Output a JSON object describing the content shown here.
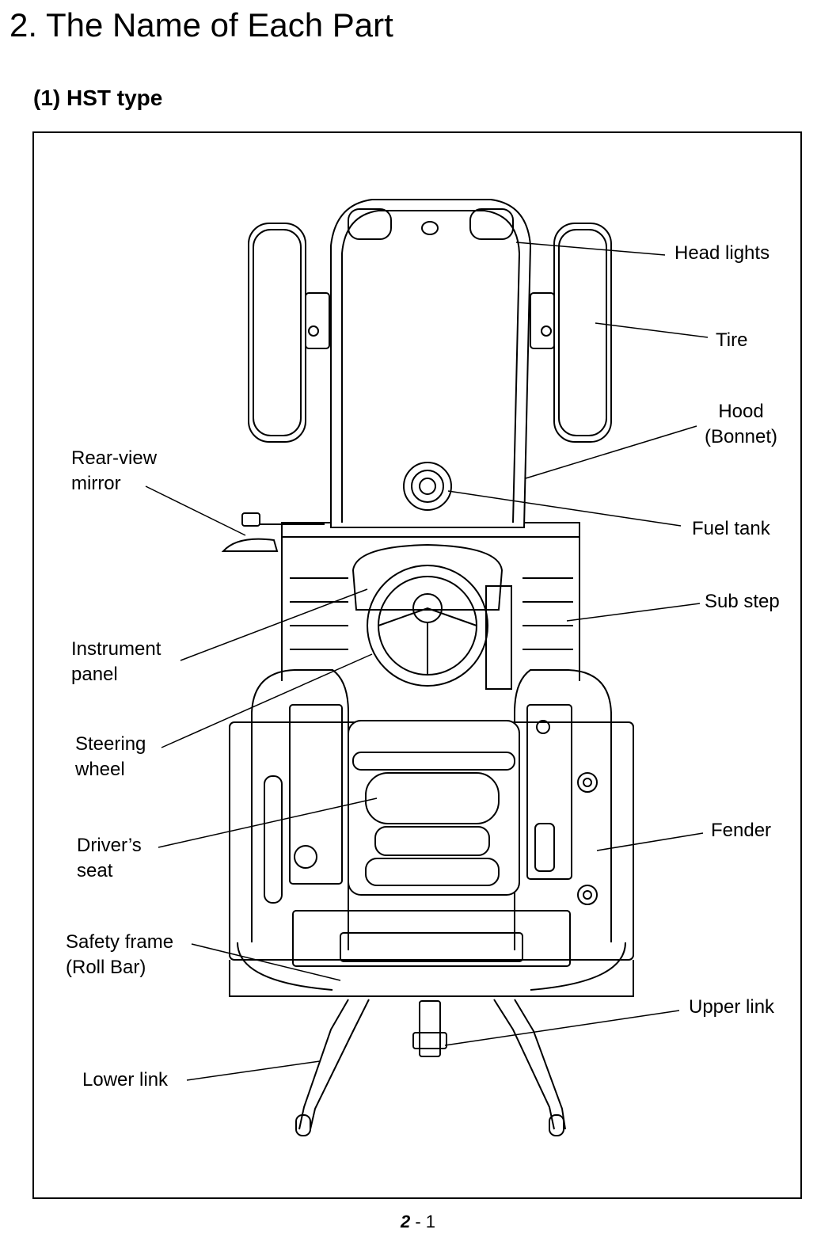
{
  "page": {
    "title": "2. The Name of Each Part",
    "section": "(1) HST type"
  },
  "labels": {
    "head_lights": "Head lights",
    "tire": "Tire",
    "hood_1": "Hood",
    "hood_2": "(Bonnet)",
    "rear_mirror_1": "Rear-view",
    "rear_mirror_2": "mirror",
    "fuel_tank": "Fuel tank",
    "sub_step": "Sub step",
    "instrument_1": "Instrument",
    "instrument_2": "panel",
    "steering_1": "Steering",
    "steering_2": "wheel",
    "seat_1": "Driver’s",
    "seat_2": "seat",
    "fender": "Fender",
    "safety_1": "Safety frame",
    "safety_2": "(Roll Bar)",
    "upper_link": "Upper link",
    "lower_link": "Lower link"
  },
  "footer": {
    "chapter": "2",
    "separator": "-",
    "page": "1"
  }
}
